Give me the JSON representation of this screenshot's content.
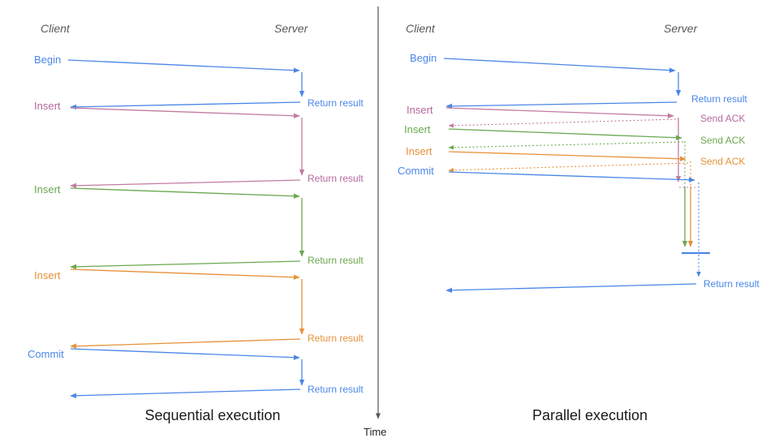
{
  "colors": {
    "blue": "#4a86e8",
    "pink": "#b5679c",
    "pink_line": "#c27ba0",
    "green": "#6aa84f",
    "orange": "#e69138",
    "axis_gray": "#555555",
    "caption_black": "#1a1a1a"
  },
  "time_axis": {
    "label": "Time"
  },
  "sequential": {
    "client": "Client",
    "server": "Server",
    "caption": "Sequential execution",
    "steps": [
      {
        "request": "Begin",
        "response": "Return result"
      },
      {
        "request": "Insert",
        "response": "Return result"
      },
      {
        "request": "Insert",
        "response": "Return result"
      },
      {
        "request": "Insert",
        "response": "Return result"
      },
      {
        "request": "Commit",
        "response": "Return result"
      }
    ]
  },
  "parallel": {
    "client": "Client",
    "server": "Server",
    "caption": "Parallel execution",
    "steps": [
      {
        "request": "Begin",
        "response": "Return result"
      },
      {
        "request": "Insert",
        "response": "Send ACK"
      },
      {
        "request": "Insert",
        "response": "Send ACK"
      },
      {
        "request": "Insert",
        "response": "Send ACK"
      },
      {
        "request": "Commit",
        "response": "Return result"
      }
    ]
  }
}
